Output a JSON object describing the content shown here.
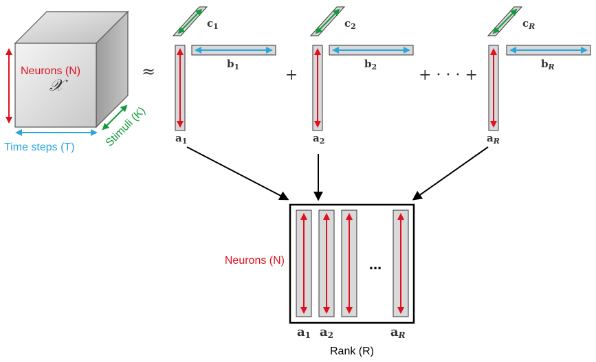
{
  "tensor": {
    "symbol": "𝒳",
    "neurons_label": "Neurons (N)",
    "time_label": "Time steps (T)",
    "stimuli_label": "Stimuli (K)"
  },
  "approx_symbol": "≈",
  "components": [
    {
      "a": "a",
      "a_sub": "1",
      "b": "b",
      "b_sub": "1",
      "c": "c",
      "c_sub": "1"
    },
    {
      "a": "a",
      "a_sub": "2",
      "b": "b",
      "b_sub": "2",
      "c": "c",
      "c_sub": "2"
    },
    {
      "a": "a",
      "a_sub": "R",
      "b": "b",
      "b_sub": "R",
      "c": "c",
      "c_sub": "R"
    }
  ],
  "plus_symbol": "+",
  "plus_dots_symbol": "+ · · · +",
  "matrix": {
    "neurons_label": "Neurons (N)",
    "rank_label": "Rank (R)",
    "ellipsis": "...",
    "columns": [
      {
        "label": "a",
        "sub": "1"
      },
      {
        "label": "a",
        "sub": "2"
      },
      {
        "label": "a",
        "sub": "R"
      }
    ]
  },
  "colors": {
    "red": "#e0101f",
    "blue": "#2aa6dc",
    "green": "#139a3a",
    "bar_fill": "#d9d9d9",
    "text_dark": "#333333"
  }
}
